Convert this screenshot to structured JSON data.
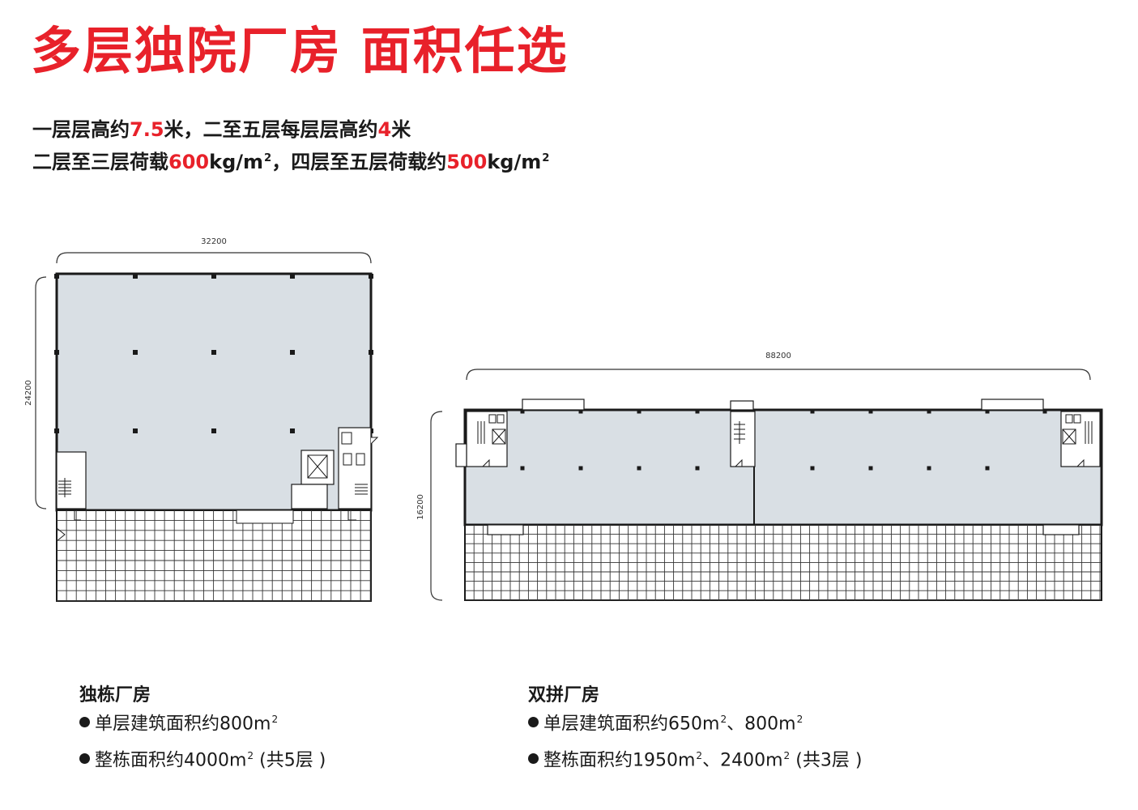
{
  "title": "多层独院厂房  面积任选",
  "specs": {
    "line1": {
      "p1": "一层层高约",
      "v1": "7.5",
      "p2": "米，二至五层每层层高约",
      "v2": "4",
      "p3": "米"
    },
    "line2": {
      "p1": "二层至三层荷载",
      "v1": "600",
      "p2": "kg/m",
      "sup1": "2",
      "p3": "，四层至五层荷载约",
      "v2": "500",
      "p4": "kg/m",
      "sup2": "2"
    }
  },
  "plan_single": {
    "width_dim": "32200",
    "depth_dim": "24200"
  },
  "plan_double": {
    "width_dim": "88200",
    "depth_dim": "16200"
  },
  "captions": {
    "single": {
      "title": "独栋厂房",
      "note1": "单层建筑面积约800m",
      "note1_sup": "2",
      "note2a": "整栋面积约4000m",
      "note2_sup": "2",
      "note2b": " (共5层 )"
    },
    "double": {
      "title": "双拼厂房",
      "note1a": "单层建筑面积约650m",
      "note1_sup1": "2",
      "note1b": "、800m",
      "note1_sup2": "2",
      "note2a": "整栋面积约1950m",
      "note2_sup1": "2",
      "note2b": "、2400m",
      "note2_sup2": "2",
      "note2c": " (共3层 )"
    }
  },
  "colors": {
    "accent": "#e8212a",
    "floor_fill": "#d9dfe4",
    "line": "#222222"
  }
}
